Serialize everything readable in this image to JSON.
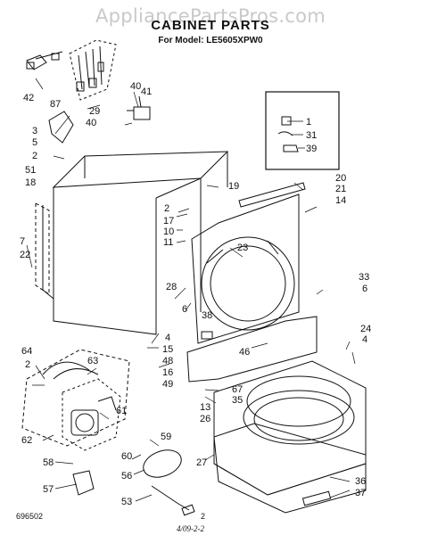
{
  "header": {
    "watermark": "AppliancePartsPros.com",
    "title": "CABINET PARTS",
    "model_line": "For Model: LE5605XPW0"
  },
  "footer": {
    "left_code": "696502",
    "page_number": "2",
    "handwritten_note": "4/09-2-2"
  },
  "callouts": [
    {
      "id": "c42",
      "text": "42"
    },
    {
      "id": "c3",
      "text": "3"
    },
    {
      "id": "c5",
      "text": "5"
    },
    {
      "id": "c87",
      "text": "87"
    },
    {
      "id": "c29",
      "text": "29"
    },
    {
      "id": "c40a",
      "text": "40"
    },
    {
      "id": "c40b",
      "text": "40"
    },
    {
      "id": "c41",
      "text": "41"
    },
    {
      "id": "c2a",
      "text": "2"
    },
    {
      "id": "c51",
      "text": "51"
    },
    {
      "id": "c18",
      "text": "18"
    },
    {
      "id": "c2b",
      "text": "2"
    },
    {
      "id": "c17",
      "text": "17"
    },
    {
      "id": "c10",
      "text": "10"
    },
    {
      "id": "c11",
      "text": "11"
    },
    {
      "id": "c19",
      "text": "19"
    },
    {
      "id": "c20",
      "text": "20"
    },
    {
      "id": "c21",
      "text": "21"
    },
    {
      "id": "c14",
      "text": "14"
    },
    {
      "id": "c7",
      "text": "7"
    },
    {
      "id": "c22",
      "text": "22"
    },
    {
      "id": "c23",
      "text": "23"
    },
    {
      "id": "c33",
      "text": "33"
    },
    {
      "id": "c6a",
      "text": "6"
    },
    {
      "id": "c28",
      "text": "28"
    },
    {
      "id": "c6b",
      "text": "6"
    },
    {
      "id": "c38",
      "text": "38"
    },
    {
      "id": "c24",
      "text": "24"
    },
    {
      "id": "c4a",
      "text": "4"
    },
    {
      "id": "c46",
      "text": "46"
    },
    {
      "id": "c4b",
      "text": "4"
    },
    {
      "id": "c15",
      "text": "15"
    },
    {
      "id": "c48",
      "text": "48"
    },
    {
      "id": "c16",
      "text": "16"
    },
    {
      "id": "c49",
      "text": "49"
    },
    {
      "id": "c64",
      "text": "64"
    },
    {
      "id": "c2c",
      "text": "2"
    },
    {
      "id": "c63",
      "text": "63"
    },
    {
      "id": "c67",
      "text": "67"
    },
    {
      "id": "c35",
      "text": "35"
    },
    {
      "id": "c13",
      "text": "13"
    },
    {
      "id": "c26",
      "text": "26"
    },
    {
      "id": "c61",
      "text": "61"
    },
    {
      "id": "c62",
      "text": "62"
    },
    {
      "id": "c59",
      "text": "59"
    },
    {
      "id": "c60",
      "text": "60"
    },
    {
      "id": "c27",
      "text": "27"
    },
    {
      "id": "c58",
      "text": "58"
    },
    {
      "id": "c56",
      "text": "56"
    },
    {
      "id": "c57",
      "text": "57"
    },
    {
      "id": "c53",
      "text": "53"
    },
    {
      "id": "c36",
      "text": "36"
    },
    {
      "id": "c37",
      "text": "37"
    },
    {
      "id": "c1",
      "text": "1"
    },
    {
      "id": "c31",
      "text": "31"
    },
    {
      "id": "c39",
      "text": "39"
    }
  ]
}
